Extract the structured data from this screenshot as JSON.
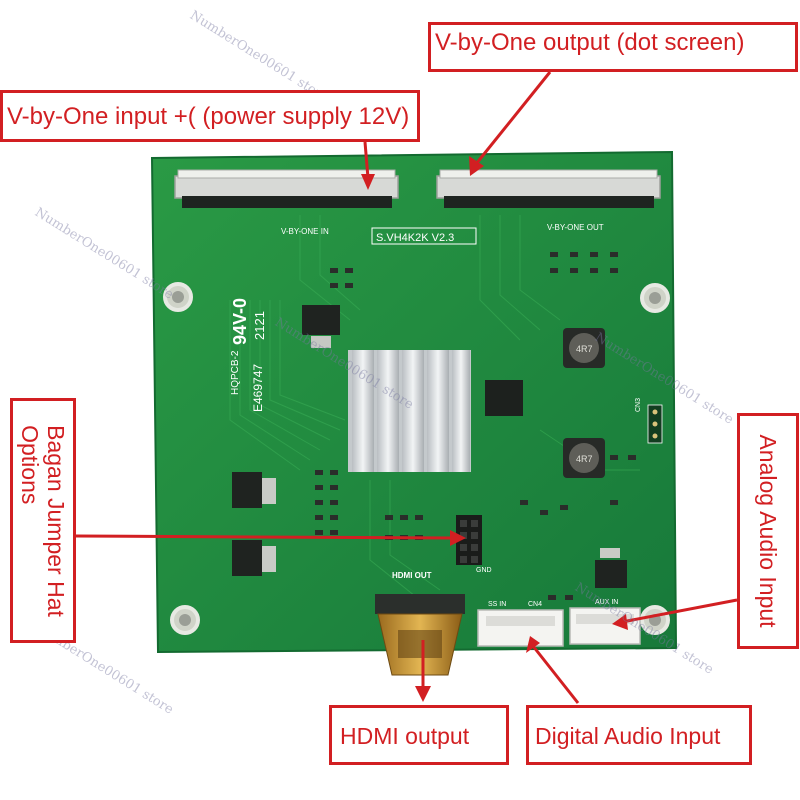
{
  "callouts": {
    "vbyone_output": "V-by-One output (dot screen)",
    "vbyone_input": "V-by-One input +( (power supply 12V)",
    "bagan_jumper_line1": "Bagan Jumper Hat",
    "bagan_jumper_line2": "Options",
    "analog_audio": "Analog Audio Input",
    "hdmi_output": "HDMI output",
    "digital_audio": "Digital Audio Input"
  },
  "board_markings": {
    "model": "S.VH4K2K V2.3",
    "vbyone_in": "V-BY-ONE IN",
    "vbyone_out": "V-BY-ONE OUT",
    "hdmi_out": "HDMI OUT",
    "ul_rating": "94V-0",
    "pcb_code": "HQPCB-2",
    "ul_file": "E469747",
    "date_code": "2121",
    "inductor_code": "4R7",
    "cn3": "CN3",
    "cn4": "CN4",
    "aux_in": "AUX IN",
    "spdif_in": "SS IN",
    "gnd": "GND"
  },
  "watermark": "NumberOne00601 store",
  "colors": {
    "accent_red": "#d21f22",
    "pcb_green": "#1f8a3a",
    "heatsink": "#d9dde0"
  }
}
